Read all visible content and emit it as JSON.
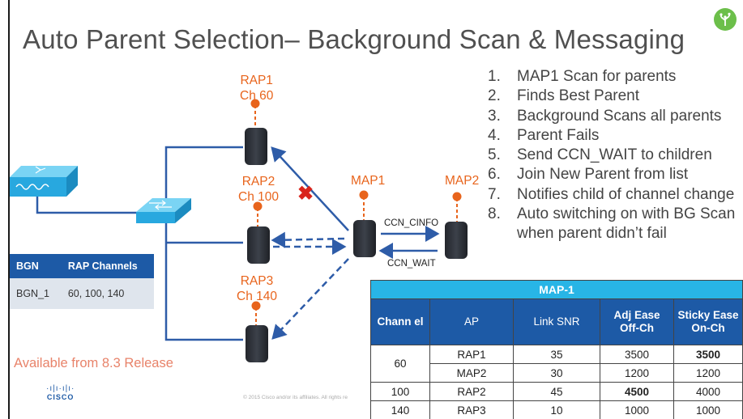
{
  "slide": {
    "title": "Auto Parent Selection– Background Scan & Messaging",
    "logo_icon": "circuit-tree-icon"
  },
  "steps": [
    {
      "num": "1.",
      "text": "MAP1 Scan for parents"
    },
    {
      "num": "2.",
      "text": "Finds Best Parent"
    },
    {
      "num": "3.",
      "text": "Background Scans all parents"
    },
    {
      "num": "4.",
      "text": "Parent Fails"
    },
    {
      "num": "5.",
      "text": "Send CCN_WAIT to children"
    },
    {
      "num": "6.",
      "text": "Join New Parent from list"
    },
    {
      "num": "7.",
      "text": "Notifies child of channel change"
    },
    {
      "num": "8.",
      "text": "Auto switching on with BG Scan"
    },
    {
      "num": "",
      "text": "when parent didn’t fail"
    }
  ],
  "diagram": {
    "rap1": {
      "name": "RAP1",
      "channel": "Ch 60"
    },
    "rap2": {
      "name": "RAP2",
      "channel": "Ch 100"
    },
    "rap3": {
      "name": "RAP3",
      "channel": "Ch 140"
    },
    "map1": {
      "name": "MAP1"
    },
    "map2": {
      "name": "MAP2"
    },
    "ccn_cinfo": "CCN_CINFO",
    "ccn_wait": "CCN_WAIT",
    "failure_mark": "✖",
    "colors": {
      "accent": "#e8641c",
      "link": "#2e5ca8",
      "ap_body": "#2b2f36",
      "failure": "#d9241c"
    }
  },
  "bgn_table": {
    "headers": [
      "BGN",
      "RAP Channels"
    ],
    "rows": [
      [
        "BGN_1",
        "60, 100, 140"
      ]
    ]
  },
  "footer": {
    "availability": "Available from 8.3 Release",
    "brand": "CISCO",
    "brand_bars": "·ı|ı·ı|ı·",
    "copyright": "© 2015  Cisco and/or its affiliates. All rights re"
  },
  "map_table": {
    "caption": "MAP-1",
    "headers": [
      "Chann el",
      "AP",
      "Link SNR",
      "Adj Ease Off-Ch",
      "Sticky Ease On-Ch"
    ],
    "rows": [
      {
        "channel": "60",
        "ap": "RAP1",
        "snr": "35",
        "adj": "3500",
        "sticky": "3500"
      },
      {
        "channel": "",
        "ap": "MAP2",
        "snr": "30",
        "adj": "1200",
        "sticky": "1200"
      },
      {
        "channel": "100",
        "ap": "RAP2",
        "snr": "45",
        "adj": "4500",
        "sticky": "4000"
      },
      {
        "channel": "140",
        "ap": "RAP3",
        "snr": "10",
        "adj": "1000",
        "sticky": "1000"
      }
    ]
  }
}
